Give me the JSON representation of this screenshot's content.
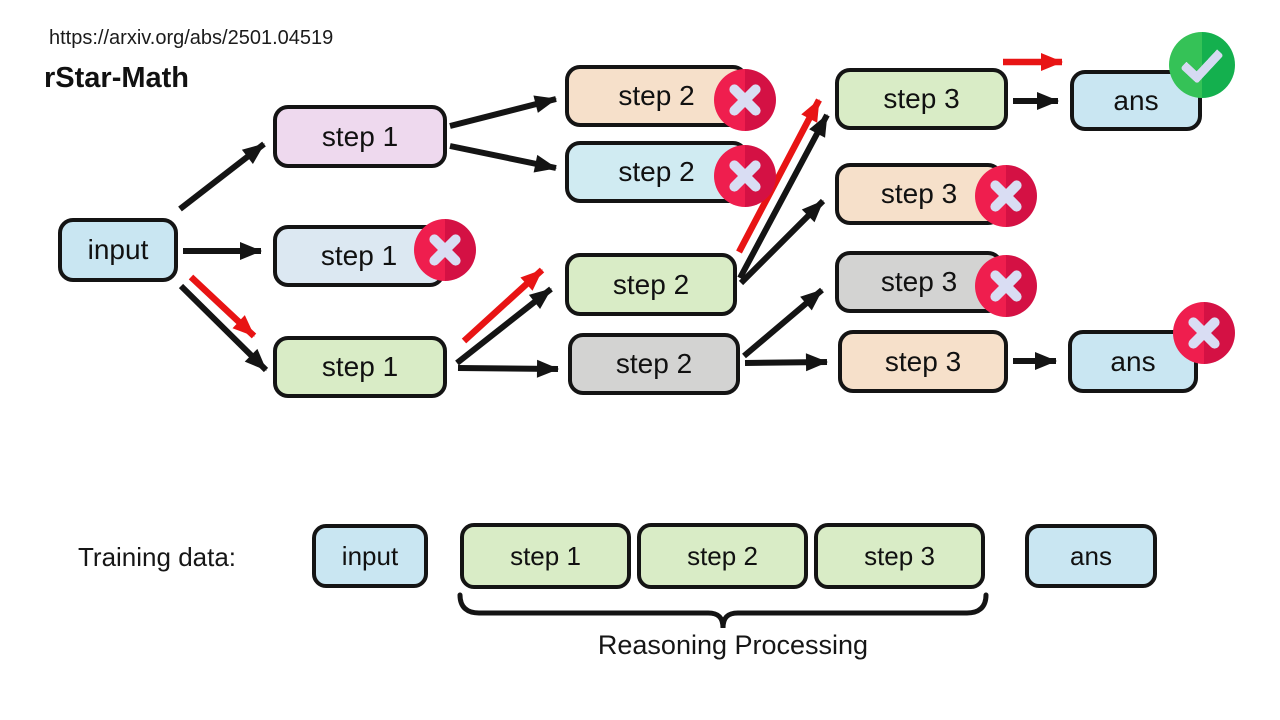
{
  "header": {
    "url": "https://arxiv.org/abs/2501.04519",
    "title": "rStar-Math"
  },
  "tree": {
    "nodes": [
      {
        "id": "input",
        "label": "input",
        "color": "#c9e6f2",
        "badge": null
      },
      {
        "id": "step1-pink",
        "label": "step 1",
        "color": "#eed9ee",
        "badge": null
      },
      {
        "id": "step1-blue",
        "label": "step 1",
        "color": "#dce8f2",
        "badge": "error"
      },
      {
        "id": "step1-green",
        "label": "step 1",
        "color": "#d9ecc6",
        "badge": null
      },
      {
        "id": "step2-peach",
        "label": "step 2",
        "color": "#f6e0ca",
        "badge": "error"
      },
      {
        "id": "step2-cyan",
        "label": "step 2",
        "color": "#d0ebf2",
        "badge": "error"
      },
      {
        "id": "step2-green",
        "label": "step 2",
        "color": "#d9ecc6",
        "badge": null
      },
      {
        "id": "step2-gray",
        "label": "step 2",
        "color": "#d3d3d2",
        "badge": null
      },
      {
        "id": "step3-green",
        "label": "step 3",
        "color": "#d9ecc6",
        "badge": null
      },
      {
        "id": "step3-peach-x",
        "label": "step 3",
        "color": "#f6e0ca",
        "badge": "error"
      },
      {
        "id": "step3-gray",
        "label": "step 3",
        "color": "#d3d3d2",
        "badge": "error"
      },
      {
        "id": "step3-peach",
        "label": "step 3",
        "color": "#f6e0ca",
        "badge": null
      },
      {
        "id": "ans-correct",
        "label": "ans",
        "color": "#c9e6f2",
        "badge": "success"
      },
      {
        "id": "ans-wrong",
        "label": "ans",
        "color": "#c9e6f2",
        "badge": "error"
      }
    ],
    "edges": [
      {
        "from": "input",
        "to": "step1-pink",
        "color": "black"
      },
      {
        "from": "input",
        "to": "step1-blue",
        "color": "black"
      },
      {
        "from": "input",
        "to": "step1-green",
        "color": "black"
      },
      {
        "from": "input",
        "to": "step1-green",
        "color": "red"
      },
      {
        "from": "step1-pink",
        "to": "step2-peach",
        "color": "black"
      },
      {
        "from": "step1-pink",
        "to": "step2-cyan",
        "color": "black"
      },
      {
        "from": "step1-green",
        "to": "step2-green",
        "color": "black"
      },
      {
        "from": "step1-green",
        "to": "step2-green",
        "color": "red"
      },
      {
        "from": "step1-green",
        "to": "step2-gray",
        "color": "black"
      },
      {
        "from": "step2-green",
        "to": "step3-green",
        "color": "black"
      },
      {
        "from": "step2-green",
        "to": "step3-green",
        "color": "red"
      },
      {
        "from": "step2-green",
        "to": "step3-peach-x",
        "color": "black"
      },
      {
        "from": "step2-gray",
        "to": "step3-gray",
        "color": "black"
      },
      {
        "from": "step2-gray",
        "to": "step3-peach",
        "color": "black"
      },
      {
        "from": "step3-green",
        "to": "ans-correct",
        "color": "black"
      },
      {
        "from": "step3-green",
        "to": "ans-correct",
        "color": "red"
      },
      {
        "from": "step3-peach",
        "to": "ans-wrong",
        "color": "black"
      }
    ],
    "arrow_colors": {
      "black": "#141414",
      "red": "#e81414"
    },
    "badge_colors": {
      "error": {
        "icon": "x-circle",
        "left": "#ef1e4e",
        "right": "#d41144",
        "glyph": "#d9ddf3"
      },
      "success": {
        "icon": "check-circle",
        "left": "#35c257",
        "right": "#14b04e",
        "glyph": "#d5daf2"
      }
    }
  },
  "training": {
    "label": "Training data:",
    "items": [
      {
        "label": "input",
        "color": "#c9e6f2"
      },
      {
        "label": "step 1",
        "color": "#d9ecc6"
      },
      {
        "label": "step 2",
        "color": "#d9ecc6"
      },
      {
        "label": "step 3",
        "color": "#d9ecc6"
      },
      {
        "label": "ans",
        "color": "#c9e6f2"
      }
    ],
    "brace_label": "Reasoning Processing"
  }
}
